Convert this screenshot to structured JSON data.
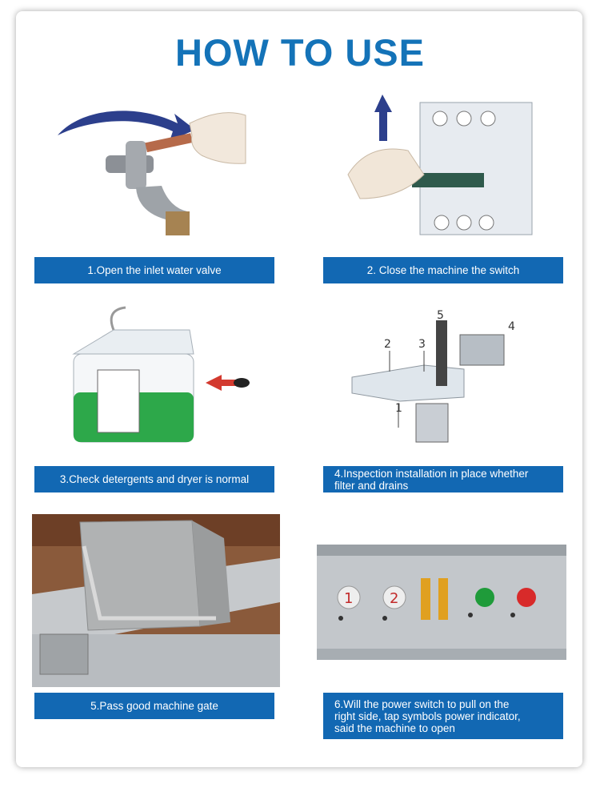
{
  "title": "HOW TO USE",
  "steps": [
    {
      "label": "1.Open the inlet water valve",
      "icon": "water-valve-illustration"
    },
    {
      "label": "2. Close the machine the switch",
      "icon": "circuit-breaker-illustration"
    },
    {
      "label": "3.Check detergents and dryer is normal",
      "icon": "detergent-container-illustration"
    },
    {
      "label": "4.Inspection installation in place whether\n   filter and drains",
      "icon": "filter-drain-illustration"
    },
    {
      "label": "5.Pass good machine gate",
      "icon": "machine-gate-photo"
    },
    {
      "label": "6.Will the power switch to pull on the\n   right side, tap symbols power indicator,\n   said the machine to open",
      "icon": "control-panel-photo"
    }
  ],
  "illustration_text": {
    "filter_numbers": [
      "2",
      "3",
      "5",
      "4",
      "1"
    ],
    "panel_numbers": [
      "1",
      "2"
    ]
  },
  "colors": {
    "title": "#1473b8",
    "label_bg": "#1268b3",
    "label_text": "#ffffff",
    "arrow_dark": "#2c3f8c",
    "detergent_green": "#2da84a",
    "indicator_red": "#d82a2a",
    "indicator_green": "#1f9b3a"
  }
}
